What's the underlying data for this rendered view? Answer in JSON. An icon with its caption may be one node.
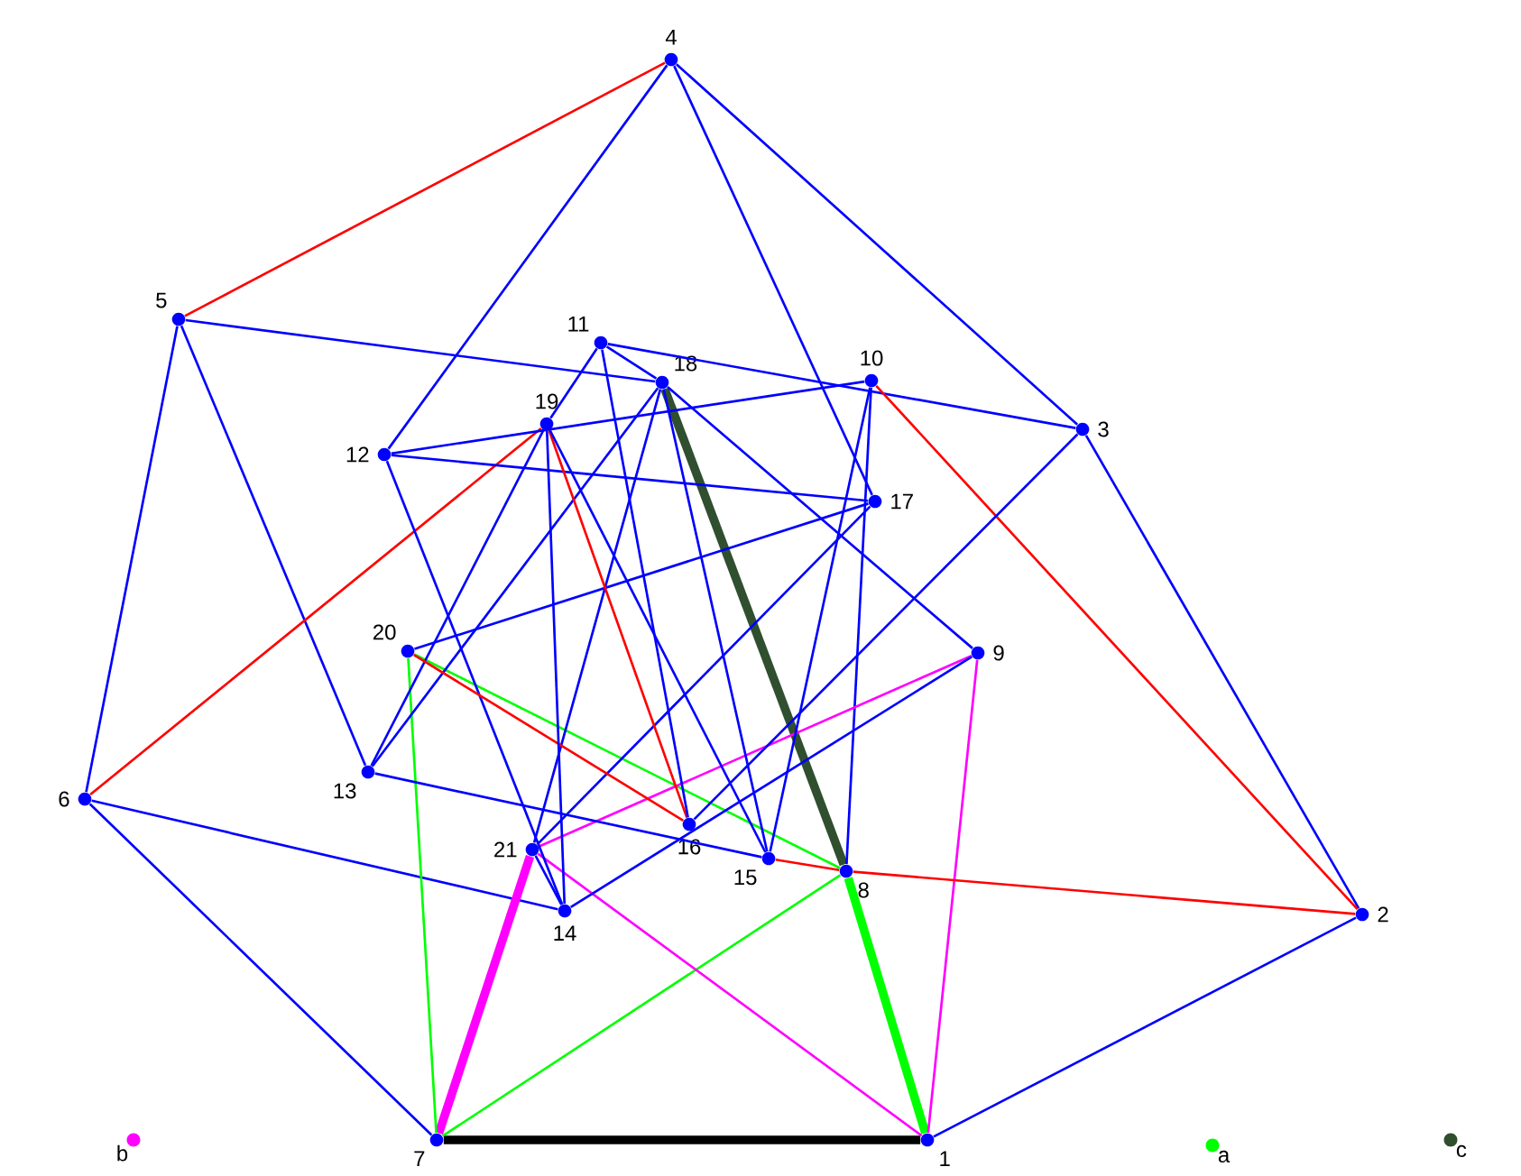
{
  "diagram": {
    "nodes": [
      {
        "text": [
          "1"
        ]
      },
      {
        "text": [
          "2"
        ]
      },
      {
        "text": [
          "3"
        ]
      },
      {
        "text": [
          "4"
        ]
      },
      {
        "text": [
          "5"
        ]
      },
      {
        "text": [
          "6"
        ]
      },
      {
        "text": [
          "7"
        ]
      },
      {
        "text": [
          "8"
        ]
      },
      {
        "text": [
          "9"
        ]
      },
      {
        "text": [
          "10"
        ]
      },
      {
        "text": [
          "11"
        ]
      },
      {
        "text": [
          "12"
        ]
      },
      {
        "text": [
          "13"
        ]
      },
      {
        "text": [
          "14"
        ]
      },
      {
        "text": [
          "15"
        ]
      },
      {
        "text": [
          "16"
        ]
      },
      {
        "text": [
          "17"
        ]
      },
      {
        "text": [
          "18"
        ]
      },
      {
        "text": [
          "19"
        ]
      },
      {
        "text": [
          "20"
        ]
      },
      {
        "text": [
          "21"
        ]
      }
    ],
    "edges": [
      {
        "from": 3,
        "to": 4,
        "arrow": "none",
        "color": "#ff0000"
      },
      {
        "from": 3,
        "to": 11,
        "arrow": "none"
      },
      {
        "from": 3,
        "to": 2,
        "arrow": "none"
      },
      {
        "from": 3,
        "to": 16,
        "arrow": "none"
      },
      {
        "from": 4,
        "to": 17,
        "arrow": "none"
      },
      {
        "from": 4,
        "to": 5,
        "arrow": "none"
      },
      {
        "from": 4,
        "to": 12,
        "arrow": "none"
      },
      {
        "from": 10,
        "to": 2,
        "arrow": "none"
      },
      {
        "from": 5,
        "to": 18,
        "arrow": "none",
        "color": "#ff0000"
      },
      {
        "from": 5,
        "to": 13,
        "arrow": "none"
      },
      {
        "from": 5,
        "to": 6,
        "arrow": "none"
      },
      {
        "from": 6,
        "to": 0,
        "arrow": "none",
        "style": "thick",
        "color": "#000000"
      },
      {
        "from": 6,
        "to": 20,
        "arrow": "none",
        "style": "thick",
        "color": "#ff00ff"
      },
      {
        "from": 6,
        "to": 19,
        "arrow": "none",
        "color": "#00ff00"
      },
      {
        "from": 6,
        "to": 7,
        "arrow": "none",
        "color": "#00ff00"
      },
      {
        "from": 0,
        "to": 7,
        "arrow": "none",
        "style": "thick",
        "color": "#00ff00"
      },
      {
        "from": 0,
        "to": 8,
        "arrow": "none",
        "color": "#ff00ff"
      },
      {
        "from": 0,
        "to": 20,
        "arrow": "none",
        "color": "#ff00ff"
      },
      {
        "from": 0,
        "to": 1,
        "arrow": "none"
      },
      {
        "from": 1,
        "to": 2,
        "arrow": "none"
      },
      {
        "from": 9,
        "to": 1,
        "arrow": "none",
        "color": "#ff0000"
      },
      {
        "from": 14,
        "to": 7,
        "arrow": "none",
        "color": "#ff0000"
      },
      {
        "from": 7,
        "to": 1,
        "arrow": "none",
        "color": "#ff0000"
      },
      {
        "from": 17,
        "to": 7,
        "arrow": "none",
        "style": "thick",
        "color": "#2f4f2f"
      },
      {
        "from": 19,
        "to": 7,
        "arrow": "none",
        "color": "#00ff00"
      },
      {
        "from": 9,
        "to": 7,
        "arrow": "none"
      },
      {
        "from": 17,
        "to": 8,
        "arrow": "none"
      },
      {
        "from": 20,
        "to": 8,
        "arrow": "none",
        "color": "#ff00ff"
      },
      {
        "from": 13,
        "to": 8,
        "arrow": "none"
      },
      {
        "from": 2,
        "to": 15,
        "arrow": "none"
      },
      {
        "from": 11,
        "to": 9,
        "arrow": "none"
      },
      {
        "from": 11,
        "to": 16,
        "arrow": "none"
      },
      {
        "from": 11,
        "to": 13,
        "arrow": "none"
      },
      {
        "from": 9,
        "to": 14,
        "arrow": "none"
      },
      {
        "from": 16,
        "to": 19,
        "arrow": "none"
      },
      {
        "from": 20,
        "to": 16,
        "arrow": "none"
      },
      {
        "from": 20,
        "to": 17,
        "arrow": "none"
      },
      {
        "from": 20,
        "to": 13,
        "arrow": "none"
      },
      {
        "from": 12,
        "to": 14,
        "arrow": "none"
      },
      {
        "from": 12,
        "to": 18,
        "arrow": "none"
      },
      {
        "from": 12,
        "to": 17,
        "arrow": "none"
      },
      {
        "from": 19,
        "to": 15,
        "arrow": "none",
        "color": "#ff0000"
      },
      {
        "from": 18,
        "to": 10,
        "arrow": "none"
      },
      {
        "from": 18,
        "to": 13,
        "arrow": "none"
      },
      {
        "from": 18,
        "to": 15,
        "arrow": "none",
        "color": "#ff0000"
      },
      {
        "from": 18,
        "to": 14,
        "arrow": "none"
      },
      {
        "from": 10,
        "to": 17,
        "arrow": "none"
      },
      {
        "from": 10,
        "to": 15,
        "arrow": "none"
      },
      {
        "from": 17,
        "to": 14,
        "arrow": "none"
      }
    ],
    "legend": [
      {
        "text": "b",
        "color": "#ff00ff"
      },
      {
        "text": "a",
        "color": "#00ff00"
      },
      {
        "text": "c",
        "color": "#2f4f2f"
      }
    ]
  }
}
